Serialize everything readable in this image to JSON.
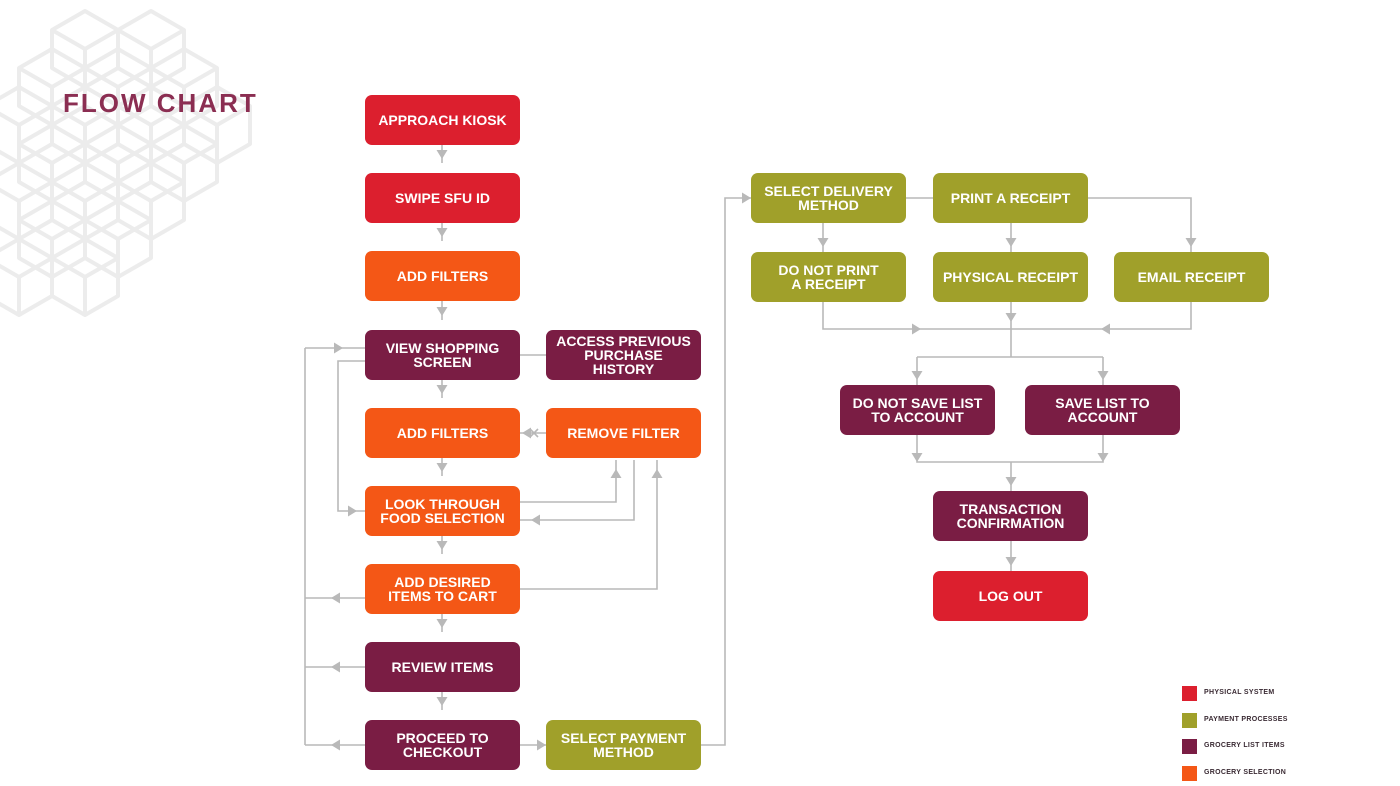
{
  "title": "FLOW CHART",
  "colors": {
    "physical": "#dc1f2e",
    "payment": "#a0a02a",
    "grocery": "#7a1d44",
    "selection": "#f45716",
    "connector": "#b9b9b9",
    "title": "#8b2e52"
  },
  "nodes": {
    "approach_kiosk": "APPROACH KIOSK",
    "swipe_sfu_id": "SWIPE SFU ID",
    "add_filters_1": "ADD FILTERS",
    "view_shopping_screen": "VIEW SHOPPING\nSCREEN",
    "access_previous_history": "ACCESS PREVIOUS\nPURCHASE HISTORY",
    "add_filters_2": "ADD FILTERS",
    "remove_filter": "REMOVE FILTER",
    "look_through_food": "LOOK THROUGH\nFOOD SELECTION",
    "add_desired_items": "ADD DESIRED\nITEMS TO CART",
    "review_items": "REVIEW ITEMS",
    "proceed_to_checkout": "PROCEED TO\nCHECKOUT",
    "select_payment_method": "SELECT PAYMENT\nMETHOD",
    "select_delivery_method": "SELECT DELIVERY\nMETHOD",
    "print_a_receipt": "PRINT A RECEIPT",
    "do_not_print_receipt": "DO NOT PRINT\nA RECEIPT",
    "physical_receipt": "PHYSICAL RECEIPT",
    "email_receipt": "EMAIL RECEIPT",
    "do_not_save_list": "DO NOT SAVE LIST\nTO ACCOUNT",
    "save_list_to_account": "SAVE LIST TO\nACCOUNT",
    "transaction_confirmation": "TRANSACTION\nCONFIRMATION",
    "log_out": "LOG OUT"
  },
  "legend": [
    {
      "label": "PHYSICAL SYSTEM",
      "color": "#dc1f2e"
    },
    {
      "label": "PAYMENT PROCESSES",
      "color": "#a0a02a"
    },
    {
      "label": "GROCERY LIST ITEMS",
      "color": "#7a1d44"
    },
    {
      "label": "GROCERY SELECTION",
      "color": "#f45716"
    }
  ]
}
